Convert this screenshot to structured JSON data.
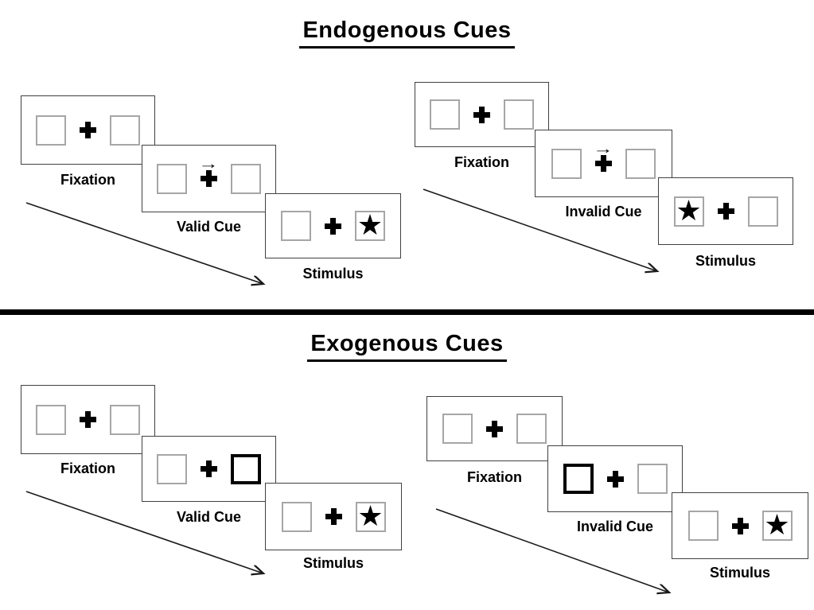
{
  "diagram": {
    "endogenous": {
      "title": "Endogenous Cues",
      "valid": {
        "fixation": "Fixation",
        "cue": "Valid Cue",
        "stimulus": "Stimulus"
      },
      "invalid": {
        "fixation": "Fixation",
        "cue": "Invalid Cue",
        "stimulus": "Stimulus"
      }
    },
    "exogenous": {
      "title": "Exogenous Cues",
      "valid": {
        "fixation": "Fixation",
        "cue": "Valid Cue",
        "stimulus": "Stimulus"
      },
      "invalid": {
        "fixation": "Fixation",
        "cue": "Invalid Cue",
        "stimulus": "Stimulus"
      }
    },
    "icons": {
      "star": "★",
      "cue_arrow": "→",
      "fixation_cross": "plus-cross"
    },
    "colors": {
      "ink": "#000000",
      "square_border": "#a6a6a6",
      "panel_border": "#404040",
      "background": "#ffffff"
    }
  }
}
